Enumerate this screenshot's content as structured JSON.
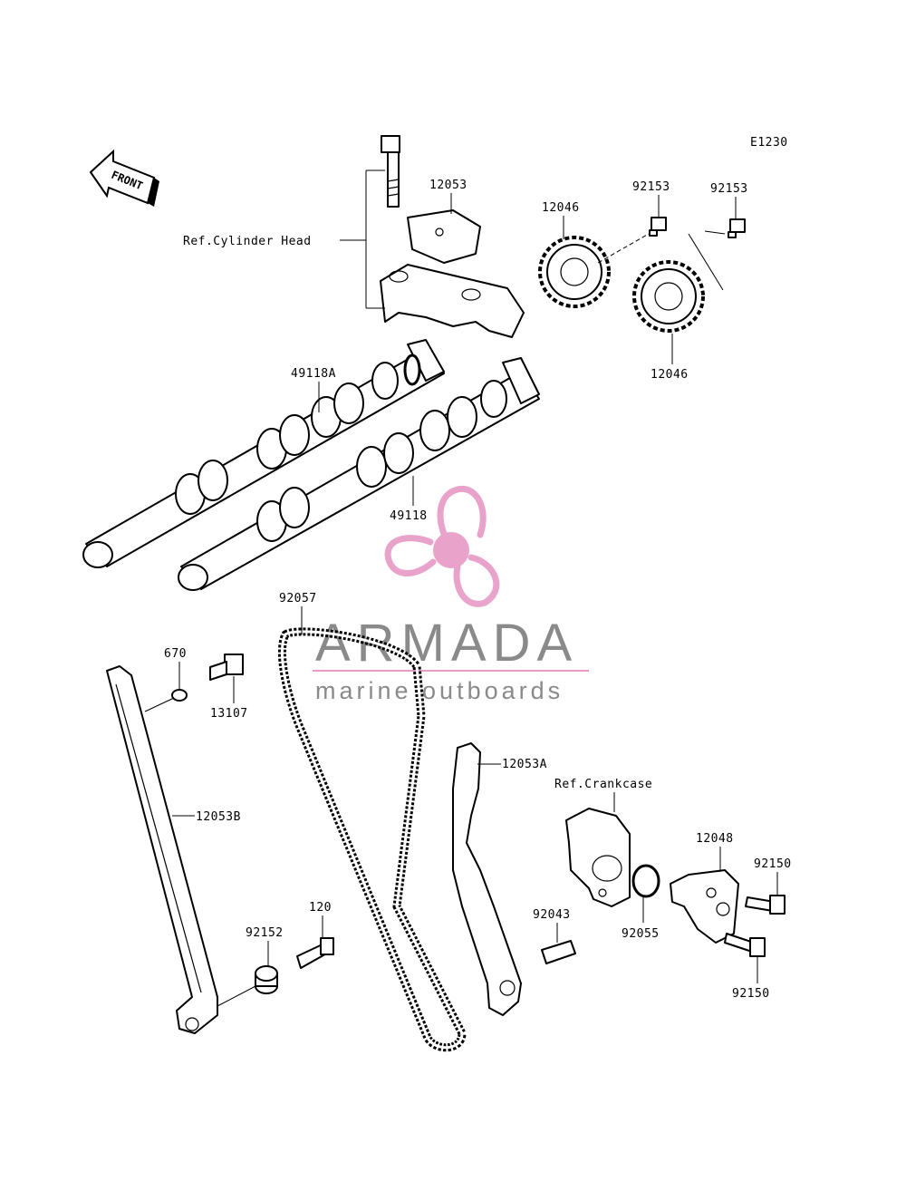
{
  "diagram_code": "E1230",
  "front_marker": "FRONT",
  "labels": {
    "ref_cylinder_head": "Ref.Cylinder Head",
    "p12053": "12053",
    "p12046_top": "12046",
    "p92153_a": "92153",
    "p92153_b": "92153",
    "p12046_bottom": "12046",
    "p49118A": "49118A",
    "p49118": "49118",
    "p92057": "92057",
    "p670": "670",
    "p13107": "13107",
    "p12053A": "12053A",
    "ref_crankcase": "Ref.Crankcase",
    "p12053B": "12053B",
    "p12048": "12048",
    "p92150_a": "92150",
    "p92043": "92043",
    "p92055": "92055",
    "p120": "120",
    "p92152": "92152",
    "p92150_b": "92150"
  },
  "watermark": {
    "brand": "ARMADA",
    "tagline": "marine outboards",
    "color_pink": "#e79ac6",
    "color_gray": "#8a8a8a"
  }
}
